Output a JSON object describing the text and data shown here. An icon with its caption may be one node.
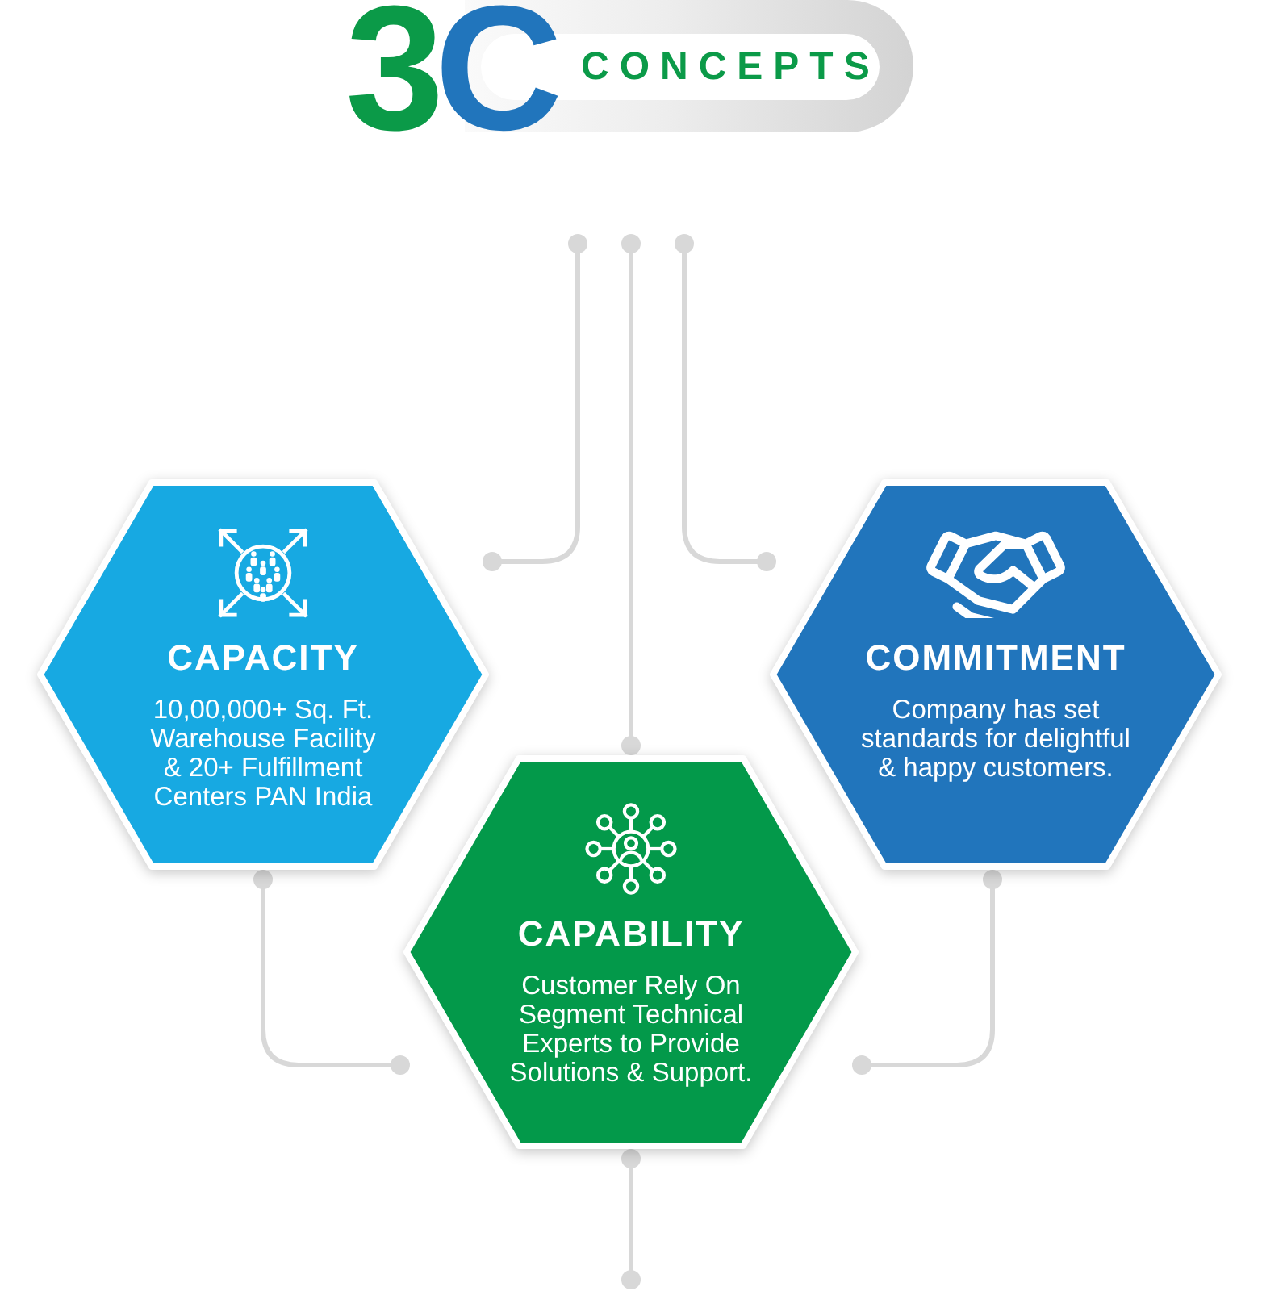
{
  "diagram": {
    "title": "CONCEPTS",
    "nodes": [
      {
        "text": [
          "CAPACITY",
          "10,00,000+ Sq. Ft. Warehouse Facility & 20+ Fulfillment Centers PAN India"
        ]
      },
      {
        "text": [
          "COMMITMENT",
          "Company has set standards for delightful & happy customers."
        ]
      },
      {
        "text": [
          "CAPABILITY",
          "Customer Rely On Segment Technical Experts to Provide Solutions & Support."
        ]
      }
    ],
    "edges": [
      {
        "from": null,
        "to": 0,
        "arrow": "other"
      },
      {
        "from": null,
        "to": 2,
        "arrow": "other"
      },
      {
        "from": null,
        "to": 1,
        "arrow": "other"
      },
      {
        "from": 0,
        "to": 2,
        "arrow": "other"
      },
      {
        "from": 1,
        "to": 2,
        "arrow": "other"
      },
      {
        "from": 2,
        "to": null,
        "arrow": "other"
      }
    ],
    "labels": [
      "3C"
    ]
  }
}
